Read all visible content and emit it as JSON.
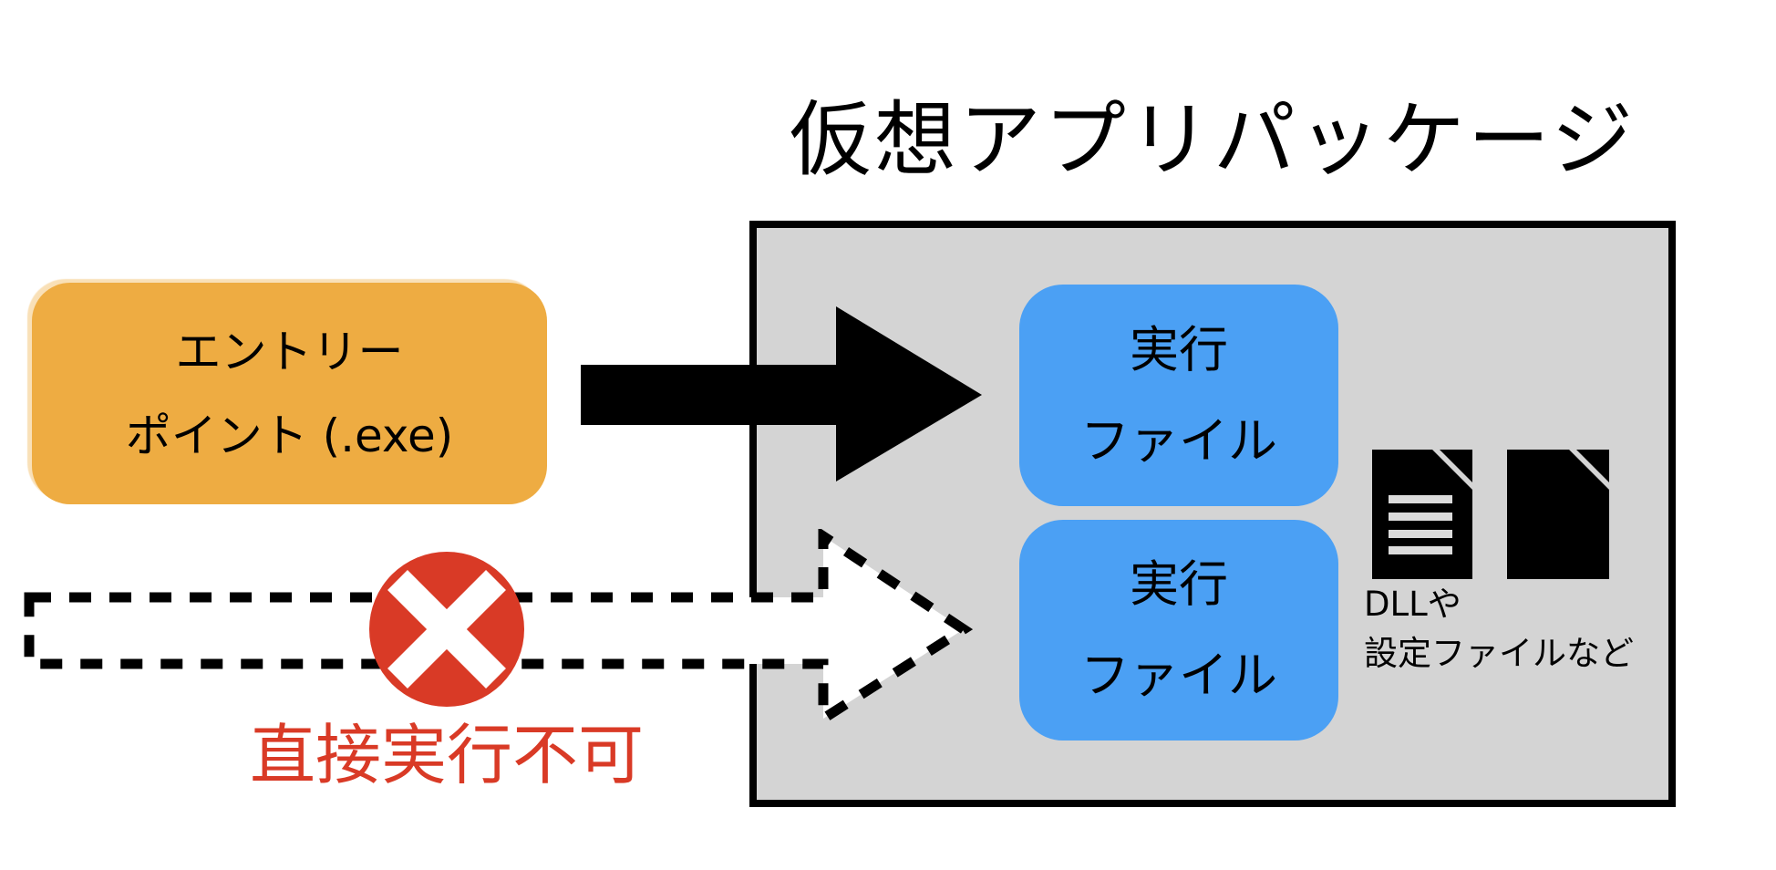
{
  "title": "仮想アプリパッケージ",
  "entry_point": {
    "line1": "エントリー",
    "line2": "ポイント (.exe)"
  },
  "package": {
    "exec_files": [
      {
        "line1": "実行",
        "line2": "ファイル"
      },
      {
        "line1": "実行",
        "line2": "ファイル"
      }
    ],
    "caption": {
      "line1": "DLLや",
      "line2": "設定ファイルなど"
    }
  },
  "forbidden_label": "直接実行不可",
  "colors": {
    "black": "#000000",
    "white": "#ffffff",
    "package_gray": "#d4d4d4",
    "orange": "#eeac42",
    "blue": "#4ba0f4",
    "red": "#d93a26",
    "doc_line_gray": "#dbdbdb"
  }
}
